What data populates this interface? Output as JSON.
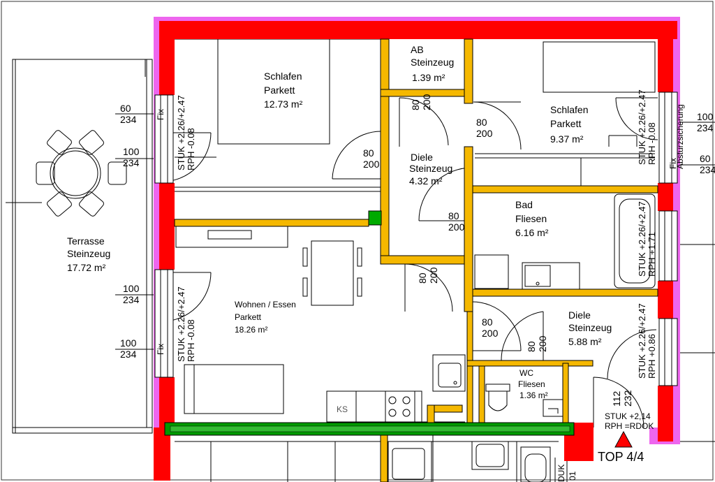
{
  "rooms": {
    "schlafen1": {
      "name": "Schlafen",
      "floor": "Parkett",
      "area": "12.73 m²"
    },
    "ab": {
      "name": "AB",
      "floor": "Steinzeug",
      "area": "1.39 m²"
    },
    "schlafen2": {
      "name": "Schlafen",
      "floor": "Parkett",
      "area": "9.37 m²"
    },
    "diele1": {
      "name": "Diele",
      "floor": "Steinzeug",
      "area": "4.32 m²"
    },
    "bad": {
      "name": "Bad",
      "floor": "Fliesen",
      "area": "6.16 m²"
    },
    "terrasse": {
      "name": "Terrasse",
      "floor": "Steinzeug",
      "area": "17.72 m²"
    },
    "wohnen": {
      "name": "Wohnen / Essen",
      "floor": "Parkett",
      "area": "18.26 m²"
    },
    "diele2": {
      "name": "Diele",
      "floor": "Steinzeug",
      "area": "5.88 m²"
    },
    "wc": {
      "name": "WC",
      "floor": "Fliesen",
      "area": "1.36 m²"
    }
  },
  "doors": {
    "d1": {
      "w": "80",
      "h": "200"
    },
    "d2": {
      "w": "80",
      "h": "200"
    },
    "d3": {
      "w": "80",
      "h": "200"
    },
    "d4": {
      "w": "80",
      "h": "200"
    },
    "d5": {
      "w": "80",
      "h": "200"
    },
    "d6": {
      "w": "80",
      "h": "200"
    },
    "d7": {
      "w": "80",
      "h": "200"
    },
    "entry": {
      "w": "112",
      "h": "232"
    }
  },
  "windows": {
    "w1": {
      "w": "60",
      "h": "234"
    },
    "w2": {
      "w": "100",
      "h": "234"
    },
    "w3": {
      "w": "100",
      "h": "234"
    },
    "w4": {
      "w": "100",
      "h": "234"
    },
    "wr1": {
      "w": "100",
      "h": "234"
    },
    "wr2": {
      "w": "60",
      "h": "234"
    }
  },
  "stuk": {
    "a": {
      "stuk": "STUK +2.26/+2.47",
      "rph": "RPH -0.08"
    },
    "b": {
      "stuk": "STUK +2.26/+2.47",
      "rph": "RPH -0.08"
    },
    "c": {
      "stuk": "STUK +2.26/+2.47",
      "rph": "RPH -0.08"
    },
    "d": {
      "stuk": "STUK +2.26/+2.47",
      "rph": "RPH +1.71"
    },
    "e": {
      "stuk": "STUK +2.26/+2.47",
      "rph": "RPH +0.86"
    },
    "entry": {
      "stuk": "STUK +2,14",
      "rph": "RPH =RDOK"
    }
  },
  "fix": {
    "f1": "Fix",
    "f2": "Fix",
    "f3": "Fix"
  },
  "absturz": "Absturzsicherung",
  "kitchen": {
    "ks": "KS"
  },
  "unit": {
    "label": "TOP 4/4"
  },
  "edge": {
    "duk": "DUK",
    "n": "01"
  },
  "colors": {
    "wall_exterior": "#ff0000",
    "wall_frame": "#ee66ee",
    "wall_interior": "#f5b800",
    "party_wall": "#009900",
    "column": "#00aa00"
  }
}
